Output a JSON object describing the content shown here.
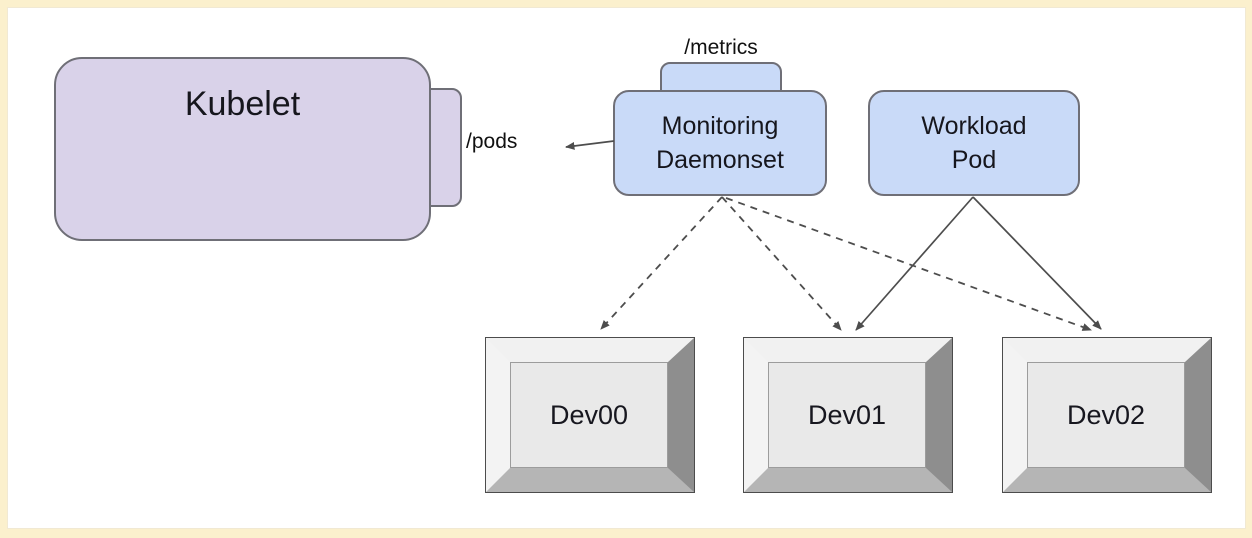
{
  "diagram": {
    "colors": {
      "frame_fill": "#fbf0cd",
      "canvas_fill": "#ffffff",
      "kubelet_fill": "#d9d2e9",
      "pod_fill": "#c9daf8",
      "node_stroke": "#6f6f77",
      "arrow_color": "#4d4d4d",
      "device_face": "#e9e9e9",
      "bevel_top": "#f1f1f1",
      "bevel_left": "#f3f3f3",
      "bevel_right": "#8e8e8e",
      "bevel_bottom": "#b5b5b5"
    },
    "nodes": {
      "kubelet": {
        "label": "Kubelet",
        "pods_endpoint_label": "/pods"
      },
      "monitoring_daemonset": {
        "line1": "Monitoring",
        "line2": "Daemonset",
        "metrics_endpoint_label": "/metrics"
      },
      "workload_pod": {
        "line1": "Workload",
        "line2": "Pod"
      },
      "devices": [
        {
          "label": "Dev00"
        },
        {
          "label": "Dev01"
        },
        {
          "label": "Dev02"
        }
      ]
    },
    "edges": [
      {
        "from": "monitoring-daemonset",
        "to": "kubelet-pods-endpoint",
        "style": "solid"
      },
      {
        "from": "monitoring-daemonset",
        "to": "dev00",
        "style": "dashed"
      },
      {
        "from": "monitoring-daemonset",
        "to": "dev01",
        "style": "dashed"
      },
      {
        "from": "monitoring-daemonset",
        "to": "dev02",
        "style": "dashed"
      },
      {
        "from": "workload-pod",
        "to": "dev01",
        "style": "solid"
      },
      {
        "from": "workload-pod",
        "to": "dev02",
        "style": "solid"
      }
    ]
  }
}
